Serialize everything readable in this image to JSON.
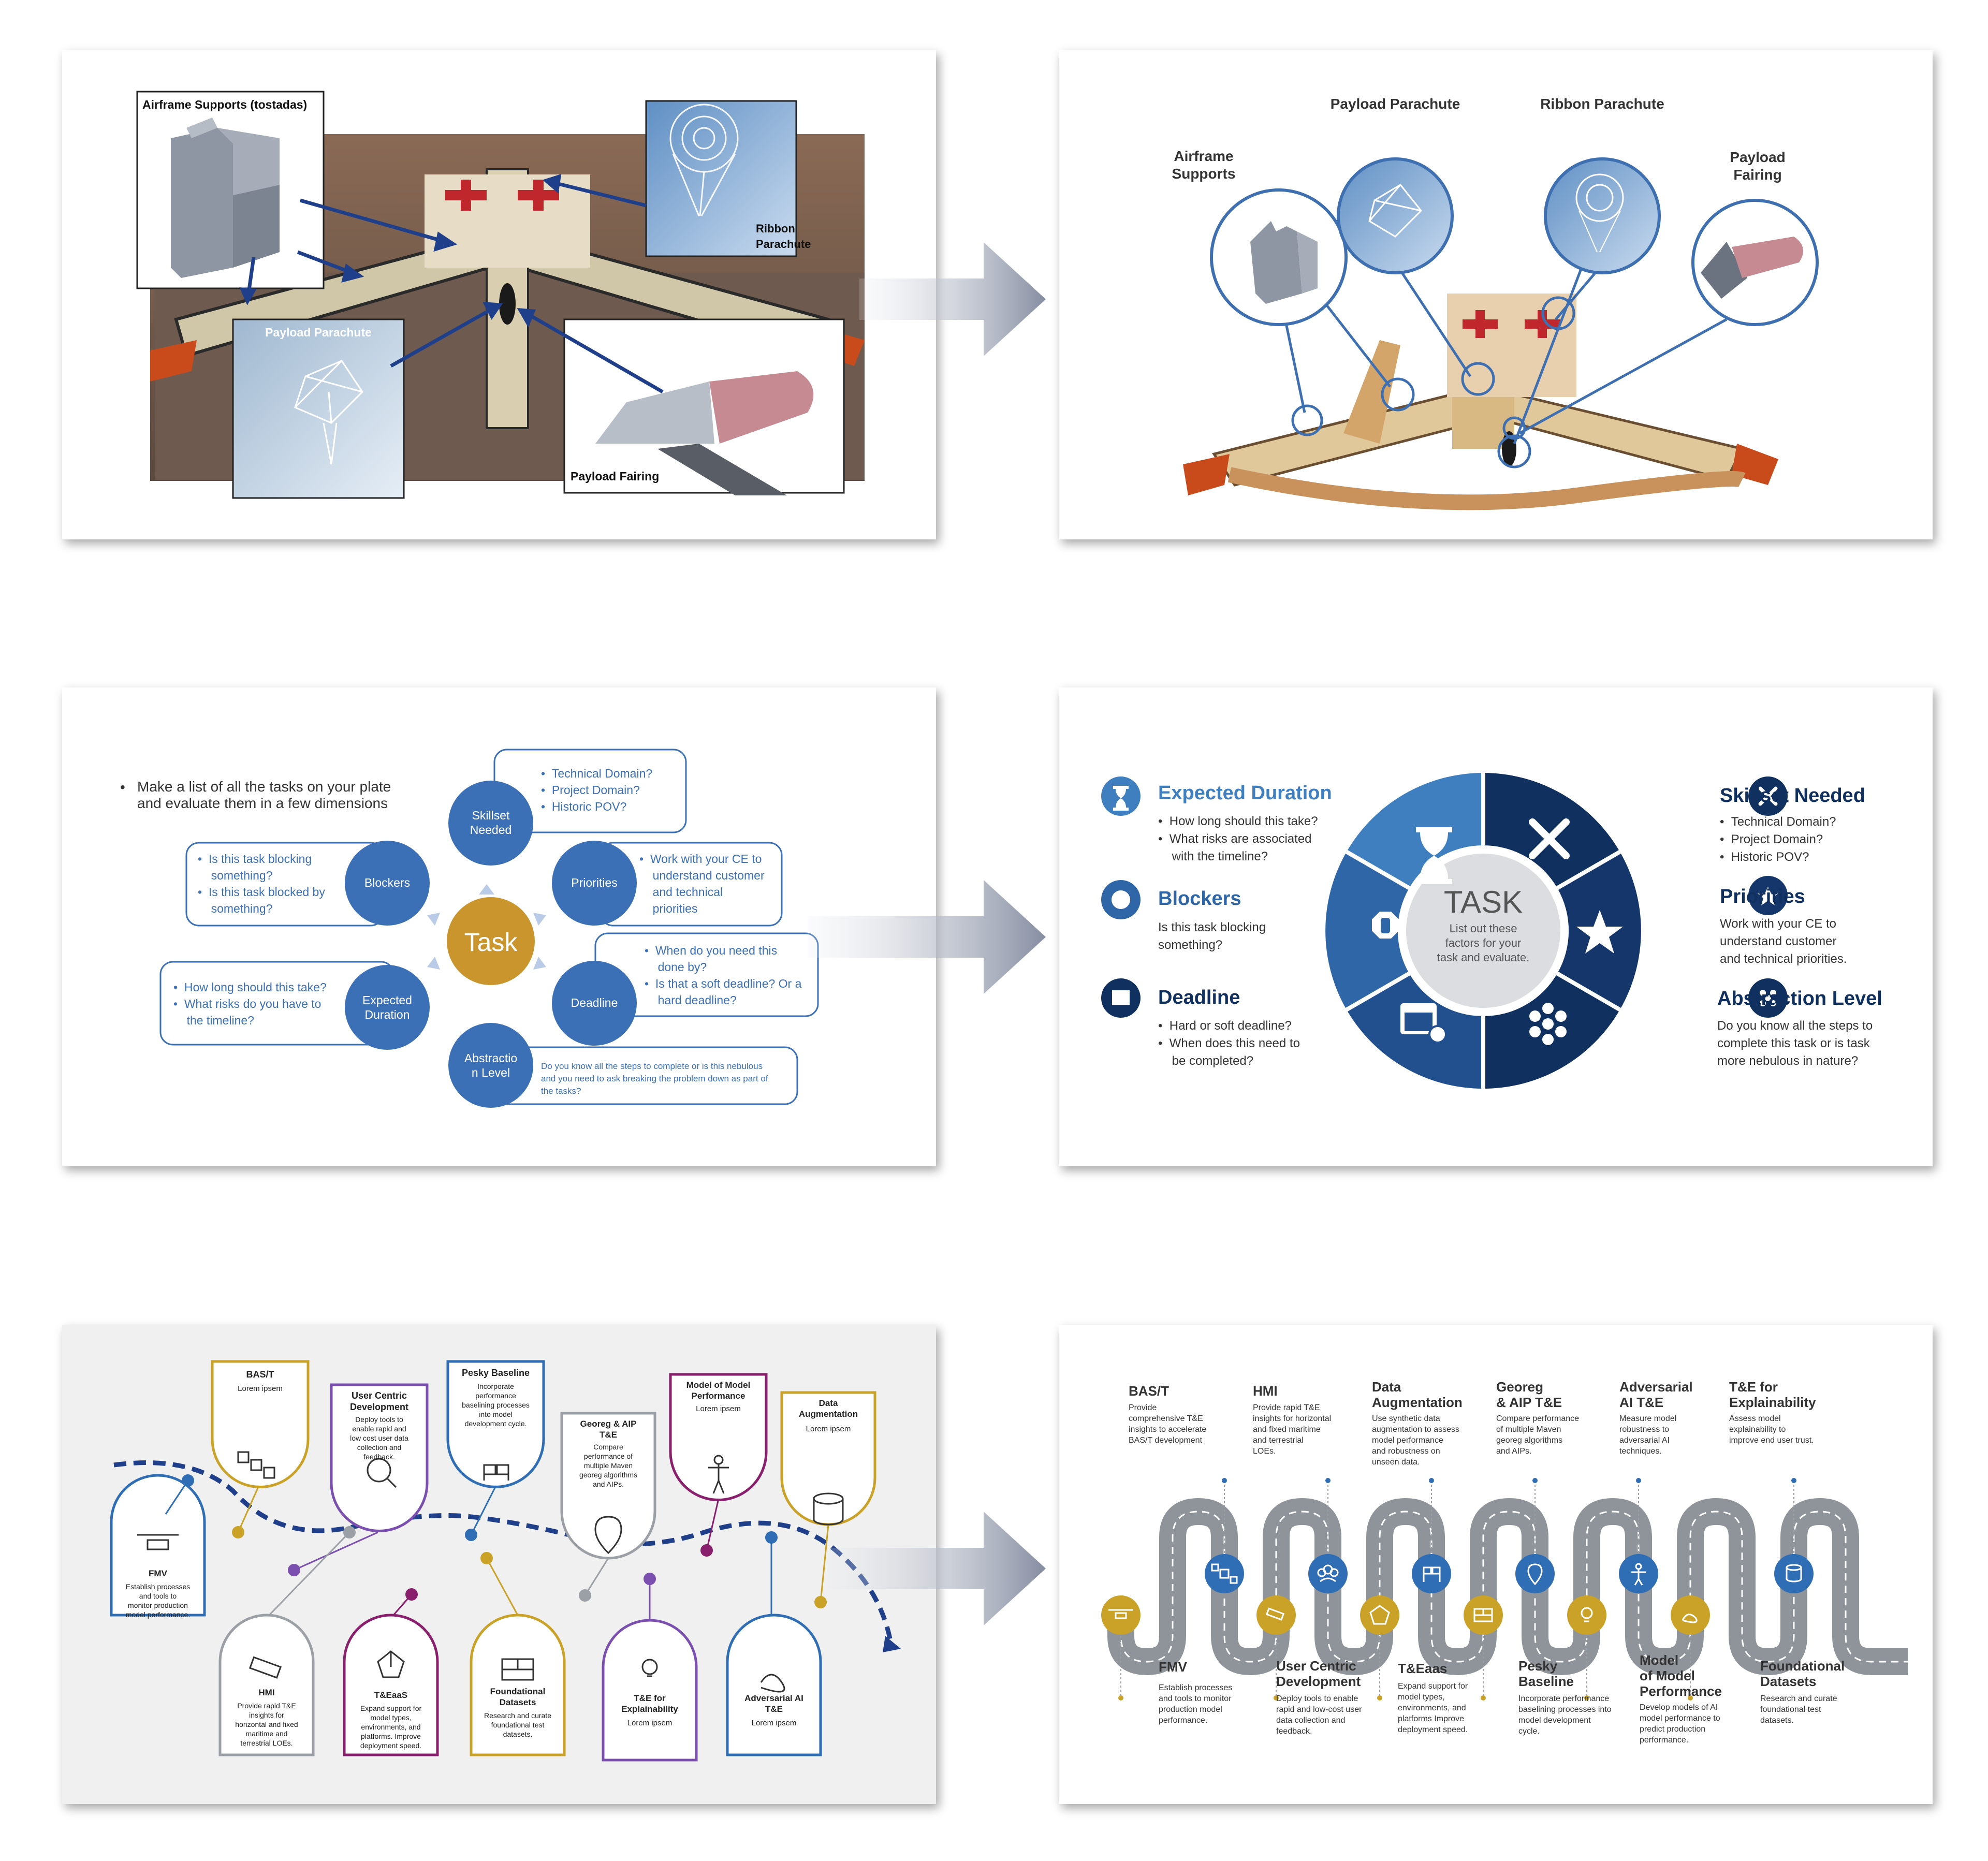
{
  "slide1": {
    "airframe_label": "Airframe Supports (tostadas)",
    "ribbon_label": "Ribbon Parachute",
    "payload_parachute_label": "Payload Parachute",
    "payload_fairing_label": "Payload Fairing"
  },
  "slide2": {
    "payload_parachute": "Payload Parachute",
    "ribbon_parachute": "Ribbon Parachute",
    "airframe_supports": "Airframe Supports",
    "payload_fairing": "Payload Fairing"
  },
  "slide3": {
    "intro_line1": "Make a list of all the tasks on your plate",
    "intro_line2": "and evaluate them in a few dimensions",
    "task": "Task",
    "skillset": [
      "Skillset",
      "Needed"
    ],
    "skillset_items": [
      "Technical Domain?",
      "Project Domain?",
      "Historic POV?"
    ],
    "blockers": "Blockers",
    "blockers_items": [
      "Is this task blocking",
      "something?",
      "Is this task blocked by",
      "something?"
    ],
    "priorities": "Priorities",
    "priorities_items": [
      "Work with your CE to",
      "understand customer",
      "and technical",
      "priorities"
    ],
    "deadline": "Deadline",
    "deadline_items": [
      "When do you need this",
      "done by?",
      "Is that a soft deadline? Or a",
      "hard deadline?"
    ],
    "expected": [
      "Expected",
      "Duration"
    ],
    "expected_items": [
      "How long should this take?",
      "What risks do you have to",
      "the timeline?"
    ],
    "abstraction": [
      "Abstractio",
      "n Level"
    ],
    "abstraction_text": [
      "Do you know all the steps to complete or is this nebulous",
      "and you need to ask breaking the problem down as part of",
      "the tasks?"
    ]
  },
  "slide4": {
    "task_title": "TASK",
    "task_sub": [
      "List out these",
      "factors for your",
      "task and evaluate."
    ],
    "expected_title": "Expected Duration",
    "expected_items": [
      "How long should this take?",
      "What risks are associated",
      "with the timeline?"
    ],
    "blockers_title": "Blockers",
    "blockers_text": [
      "Is this task blocking",
      "something?"
    ],
    "deadline_title": "Deadline",
    "deadline_items": [
      "Hard or soft deadline?",
      "When does this need to",
      "be completed?"
    ],
    "skillset_title": "Skillset Needed",
    "skillset_items": [
      "Technical Domain?",
      "Project Domain?",
      "Historic POV?"
    ],
    "priorities_title": "Priorities",
    "priorities_text": [
      "Work with your CE to",
      "understand customer",
      "and technical priorities."
    ],
    "abstraction_title": "Abstraction Level",
    "abstraction_text": [
      "Do you know all the steps to",
      "complete this task or is task",
      "more nebulous in nature?"
    ],
    "colors": {
      "light_blue": "#3f7fc0",
      "dark_blue": "#10305f",
      "mid_blue": "#22508f"
    }
  },
  "slide5": {
    "bast": "BAS/T",
    "bast_text": "Lorem ipsem",
    "ucd": [
      "User Centric",
      "Development"
    ],
    "ucd_text": [
      "Deploy tools to",
      "enable rapid and",
      "low cost user data",
      "collection and",
      "feedback."
    ],
    "pesky": "Pesky Baseline",
    "pesky_text": [
      "Incorporate",
      "performance",
      "baselining processes",
      "into model",
      "development cycle."
    ],
    "georeg": [
      "Georeg & AIP",
      "T&E"
    ],
    "georeg_text": [
      "Compare",
      "performance of",
      "multiple Maven",
      "georeg algorithms",
      "and AIPs."
    ],
    "mom": [
      "Model of Model",
      "Performance"
    ],
    "mom_text": "Lorem ipsem",
    "dataaug": [
      "Data",
      "Augmentation"
    ],
    "dataaug_text": "Lorem ipsem",
    "fmv": "FMV",
    "fmv_text": [
      "Establish processes",
      "and tools to",
      "monitor production",
      "model performance."
    ],
    "hmi": "HMI",
    "hmi_text": [
      "Provide rapid T&E",
      "insights for",
      "horizontal and fixed",
      "maritime and",
      "terrestrial LOEs."
    ],
    "teaas": "T&EaaS",
    "teaas_text": [
      "Expand support for",
      "model types,",
      "environments, and",
      "platforms. Improve",
      "deployment speed."
    ],
    "found": [
      "Foundational",
      "Datasets"
    ],
    "found_text": [
      "Research and curate",
      "foundational test",
      "datasets."
    ],
    "texp": [
      "T&E for",
      "Explainability"
    ],
    "texp_text": "Lorem ipsem",
    "adv": [
      "Adversarial AI",
      "T&E"
    ],
    "adv_text": "Lorem ipsem"
  },
  "slide6": {
    "top": [
      {
        "title": [
          "BAS/T"
        ],
        "text": [
          "Provide",
          "comprehensive T&E",
          "insights to accelerate",
          "BAS/T development"
        ]
      },
      {
        "title": [
          "HMI"
        ],
        "text": [
          "Provide rapid T&E",
          "insights for horizontal",
          "and fixed maritime",
          "and terrestrial",
          "LOEs."
        ]
      },
      {
        "title": [
          "Data",
          "Augmentation"
        ],
        "text": [
          "Use synthetic data",
          "augmentation to assess",
          "model performance",
          "and robustness on",
          "unseen data."
        ]
      },
      {
        "title": [
          "Georeg",
          "& AIP T&E"
        ],
        "text": [
          "Compare performance",
          "of multiple Maven",
          "georeg algorithms",
          "and AIPs."
        ]
      },
      {
        "title": [
          "Adversarial",
          "AI T&E"
        ],
        "text": [
          "Measure model",
          "robustness to",
          "adversarial AI",
          "techniques."
        ]
      },
      {
        "title": [
          "T&E for",
          "Explainability"
        ],
        "text": [
          "Assess model",
          "explainability to",
          "improve end user trust."
        ]
      }
    ],
    "bottom": [
      {
        "title": [
          "FMV"
        ],
        "text": [
          "Establish processes",
          "and tools to monitor",
          "production model",
          "performance."
        ]
      },
      {
        "title": [
          "User Centric",
          "Development"
        ],
        "text": [
          "Deploy tools to enable",
          "rapid and low-cost user",
          "data collection and",
          "feedback."
        ]
      },
      {
        "title": [
          "T&Eaas"
        ],
        "text": [
          "Expand support for",
          "model types,",
          "environments, and",
          "platforms Improve",
          "deployment speed."
        ]
      },
      {
        "title": [
          "Pesky",
          "Baseline"
        ],
        "text": [
          "Incorporate performance",
          "baselining processes into",
          "model development",
          "cycle."
        ]
      },
      {
        "title": [
          "Model",
          "of Model",
          "Performance"
        ],
        "text": [
          "Develop models of AI",
          "model performance to",
          "predict production",
          "performance."
        ]
      },
      {
        "title": [
          "Foundational",
          "Datasets"
        ],
        "text": [
          "Research and curate",
          "foundational test",
          "datasets."
        ]
      }
    ],
    "colors": {
      "blue": "#2f6db5",
      "gold": "#c9a227",
      "road": "#9aa0a6"
    }
  }
}
